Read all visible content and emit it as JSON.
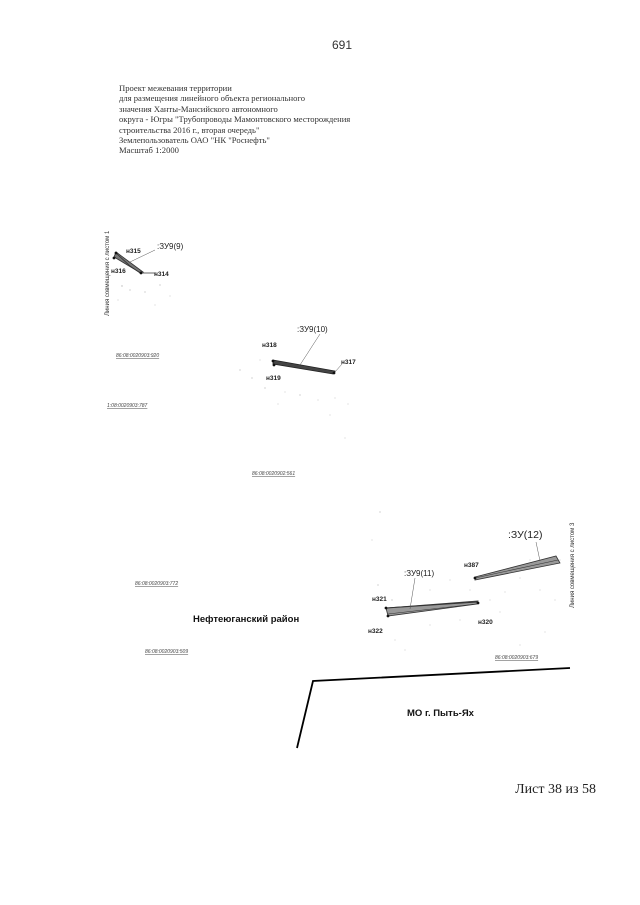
{
  "page_number": "691",
  "header": {
    "lines": [
      "Проект межевания территории",
      "для размещения линейного объекта регионального",
      "значения Ханты-Мансийского автономного",
      "округа - Югры \"Трубопроводы Мамонтовского месторождения",
      "строительства 2016 г., вторая очередь\"",
      "Землепользователь ОАО \"НК \"Роснефть\"",
      "Масштаб 1:2000"
    ]
  },
  "map": {
    "points": [
      "н315",
      "н316",
      "н314",
      "н318",
      "н319",
      "н317",
      "н321",
      "н322",
      "н320",
      "н387"
    ],
    "plots": [
      ":ЗУ9(9)",
      ":ЗУ9(10)",
      ":ЗУ9(11)",
      ":ЗУ(12)"
    ],
    "parcels": [
      "86:08:0020903:920",
      "1:08:0020903:787",
      "86:08:0020902:561",
      "86:08:0020903:772",
      "86:08:0020903:509",
      "86:08:0020903:679"
    ],
    "regions": [
      "Нефтеюганский район",
      "МО г. Пыть-Ях"
    ],
    "side_labels": [
      "Линия совмещения с листом 1",
      "Линия совмещения с листом 3"
    ]
  },
  "footer": {
    "sheet": "Лист 38 из 58"
  }
}
